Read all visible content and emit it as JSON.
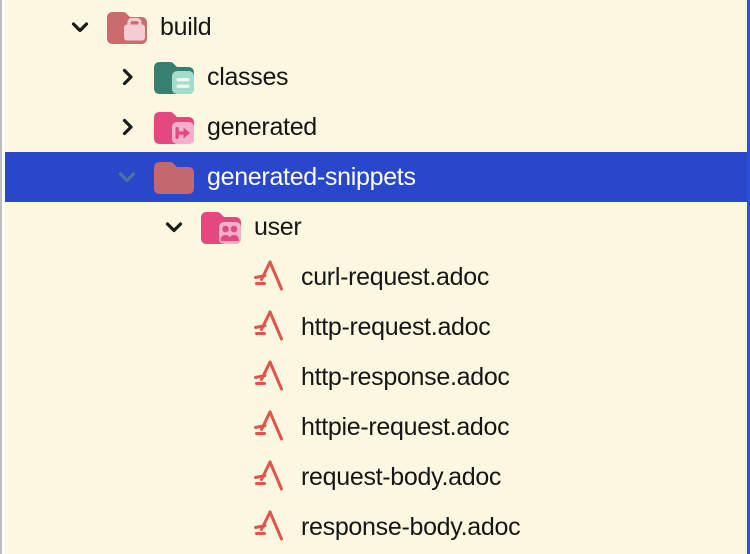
{
  "colors": {
    "bg": "#FBF7E1",
    "selection": "#2847CB",
    "text": "#161616",
    "text-selected": "#FFFFFF",
    "chevron": "#1B1B1B",
    "chevron-selected": "#51719E",
    "left-border-gray": "#BEBEBE",
    "left-border-white": "#FFFFFF",
    "right-border-blue": "#2D4ED8",
    "folder-build": "#CC6B6D",
    "folder-build-overlay": "#F6CCD4",
    "folder-classes": "#35806F",
    "folder-classes-overlay": "#A4DBCB",
    "folder-classes-lines": "#EDF8EE",
    "folder-pink": "#E3487F",
    "folder-pink-overlay": "#F4AFC9",
    "folder-plain": "#C2686E",
    "asciidoc-red": "#E0544B"
  },
  "tree": {
    "rows": [
      {
        "label": "build",
        "depth": 0,
        "icon": "folder-build",
        "chevron": "down",
        "selected": false
      },
      {
        "label": "classes",
        "depth": 1,
        "icon": "folder-classes",
        "chevron": "right",
        "selected": false
      },
      {
        "label": "generated",
        "depth": 1,
        "icon": "folder-generated",
        "chevron": "right",
        "selected": false
      },
      {
        "label": "generated-snippets",
        "depth": 1,
        "icon": "folder-plain",
        "chevron": "down",
        "selected": true
      },
      {
        "label": "user",
        "depth": 2,
        "icon": "folder-user",
        "chevron": "down",
        "selected": false
      },
      {
        "label": "curl-request.adoc",
        "depth": 3,
        "icon": "asciidoc-file",
        "chevron": "none",
        "selected": false
      },
      {
        "label": "http-request.adoc",
        "depth": 3,
        "icon": "asciidoc-file",
        "chevron": "none",
        "selected": false
      },
      {
        "label": "http-response.adoc",
        "depth": 3,
        "icon": "asciidoc-file",
        "chevron": "none",
        "selected": false
      },
      {
        "label": "httpie-request.adoc",
        "depth": 3,
        "icon": "asciidoc-file",
        "chevron": "none",
        "selected": false
      },
      {
        "label": "request-body.adoc",
        "depth": 3,
        "icon": "asciidoc-file",
        "chevron": "none",
        "selected": false
      },
      {
        "label": "response-body.adoc",
        "depth": 3,
        "icon": "asciidoc-file",
        "chevron": "none",
        "selected": false
      }
    ]
  }
}
